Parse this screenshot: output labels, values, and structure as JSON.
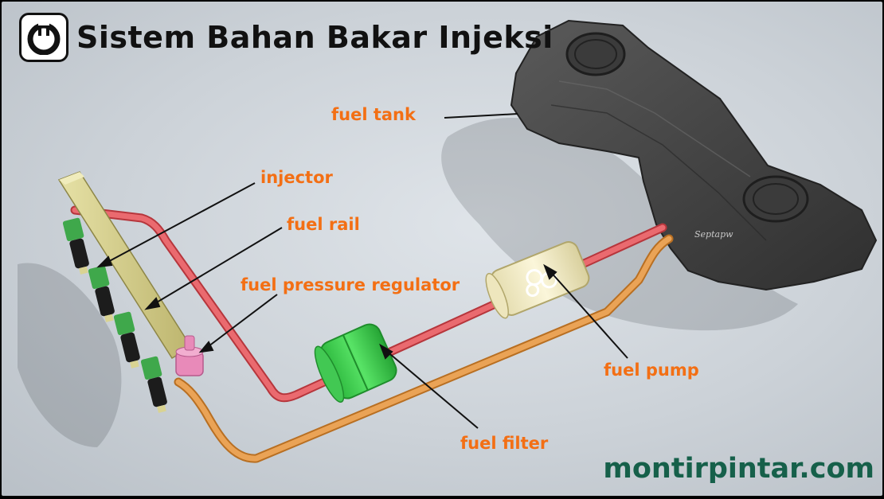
{
  "header": {
    "title": "Sistem Bahan Bakar Injeksi",
    "logo_icon": "wrench-socket-icon"
  },
  "labels": {
    "fuel_tank": "fuel tank",
    "injector": "injector",
    "fuel_rail": "fuel rail",
    "fuel_pressure_regulator": "fuel pressure regulator",
    "fuel_pump": "fuel pump",
    "fuel_filter": "fuel filter"
  },
  "watermark": "Septapw",
  "brand": "montirpintar.com",
  "colors": {
    "label_text": "#f36f14",
    "brand_text": "#16604a",
    "supply_line": "#e0585c",
    "return_line": "#e59a45",
    "fuel_tank": "#454545",
    "fuel_rail": "#d9d392",
    "injector_body": "#2e8f3a",
    "fuel_filter": "#3fd14f",
    "fuel_pump": "#efe8c2",
    "pressure_regulator": "#e88ab9"
  }
}
